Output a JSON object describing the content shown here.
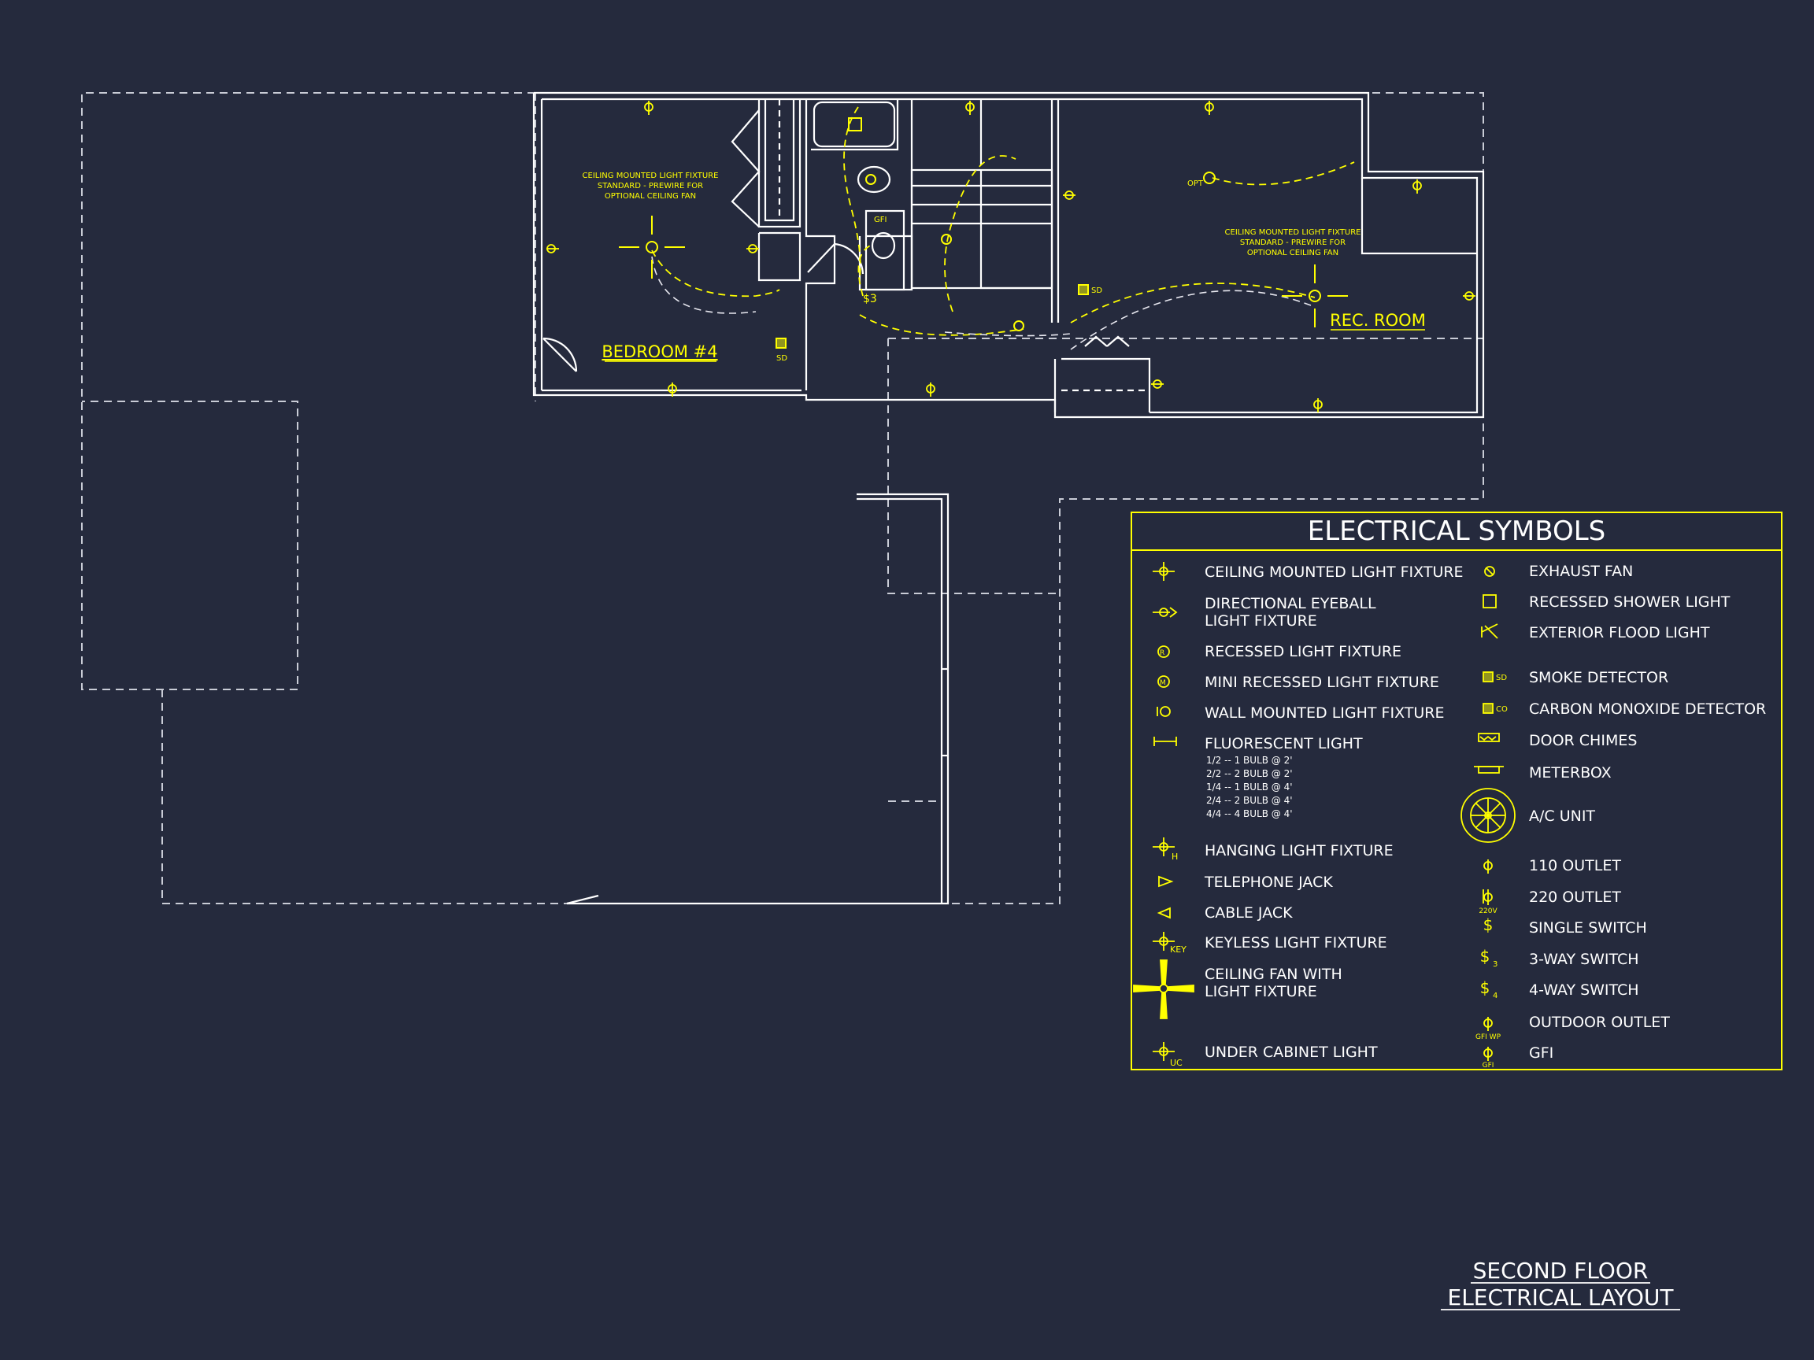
{
  "sheet": {
    "title_line1": "SECOND FLOOR",
    "title_line2": "ELECTRICAL LAYOUT"
  },
  "rooms": {
    "bedroom": "BEDROOM #4",
    "rec_room": "REC. ROOM"
  },
  "notes": {
    "bedroom_fixture": [
      "CEILING MOUNTED LIGHT FIXTURE",
      "STANDARD - PREWIRE FOR",
      "OPTIONAL CEILING FAN"
    ],
    "rec_fixture": [
      "CEILING MOUNTED LIGHT FIXTURE",
      "STANDARD - PREWIRE FOR",
      "OPTIONAL CEILING FAN"
    ]
  },
  "plan_tags": {
    "sd": "SD",
    "gfi": "GFI",
    "opt": "OPT",
    "switch3": "$3"
  },
  "legend": {
    "title": "ELECTRICAL SYMBOLS",
    "left_items": [
      "CEILING MOUNTED LIGHT FIXTURE",
      "DIRECTIONAL EYEBALL",
      "LIGHT FIXTURE",
      "RECESSED LIGHT FIXTURE",
      "MINI RECESSED LIGHT FIXTURE",
      "WALL MOUNTED LIGHT FIXTURE",
      "FLUORESCENT LIGHT",
      "HANGING LIGHT FIXTURE",
      "TELEPHONE JACK",
      "CABLE JACK",
      "KEYLESS LIGHT FIXTURE",
      "CEILING FAN WITH",
      "LIGHT FIXTURE",
      "UNDER CABINET LIGHT"
    ],
    "fluorescent_sub": [
      "1/2  -- 1 BULB @ 2'",
      "2/2  -- 2 BULB @ 2'",
      "1/4  -- 1 BULB @ 4'",
      "2/4  -- 2 BULB @ 4'",
      "4/4 -- 4 BULB @ 4'"
    ],
    "right_items": [
      "EXHAUST FAN",
      "RECESSED SHOWER LIGHT",
      "EXTERIOR FLOOD LIGHT",
      "SMOKE DETECTOR",
      "CARBON MONOXIDE DETECTOR",
      "DOOR CHIMES",
      "METERBOX",
      "A/C UNIT",
      "110 OUTLET",
      "220 OUTLET",
      "SINGLE SWITCH",
      "3-WAY SWITCH",
      "4-WAY SWITCH",
      "OUTDOOR OUTLET",
      "GFI"
    ],
    "symbol_tags": {
      "h": "H",
      "key": "KEY",
      "uc": "UC",
      "sd": "SD",
      "co": "CO",
      "v220": "220V",
      "gfiwp": "GFI WP",
      "gfi": "GFI",
      "r": "R",
      "m": "M"
    }
  },
  "colors": {
    "background": "#252a3d",
    "lines": "#ffffff",
    "electrical": "#ffff00"
  }
}
